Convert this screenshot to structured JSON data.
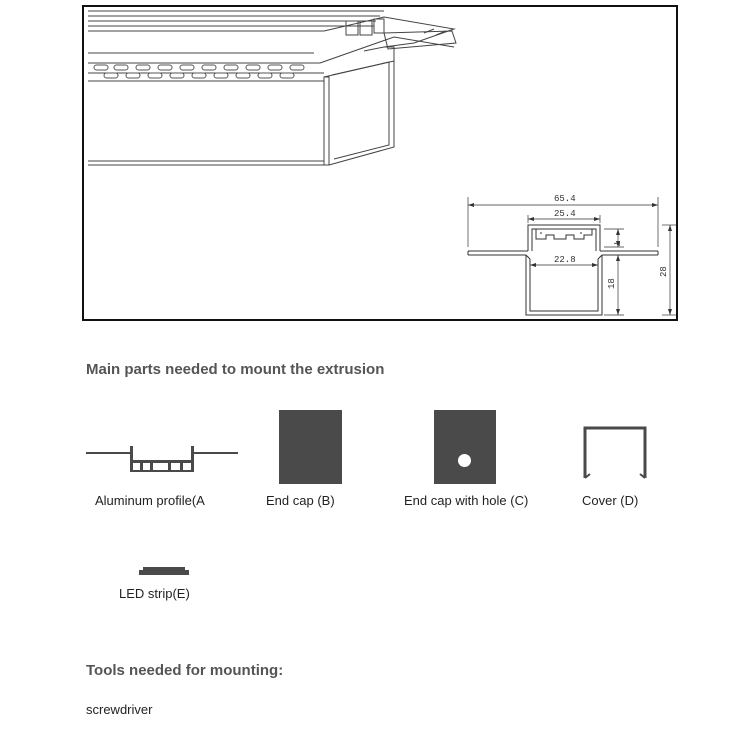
{
  "drawing": {
    "dimensions": {
      "total_width": "65.4",
      "inner_top_width": "25.4",
      "inner_width": "22.8",
      "lip_height": "7",
      "channel_height": "18",
      "total_height": "28"
    }
  },
  "parts_section": {
    "title": "Main parts needed to mount the extrusion",
    "parts": [
      {
        "label": "Aluminum profile(A",
        "icon": "profile-icon"
      },
      {
        "label": "End cap (B)",
        "icon": "end-cap-icon"
      },
      {
        "label": "End cap with hole (C)",
        "icon": "end-cap-hole-icon"
      },
      {
        "label": "Cover (D)",
        "icon": "cover-icon"
      },
      {
        "label": "LED  strip(E)",
        "icon": "led-strip-icon"
      }
    ]
  },
  "tools_section": {
    "title": "Tools needed for mounting:",
    "tools": [
      "screwdriver"
    ]
  },
  "colors": {
    "part_fill": "#4a4a4a",
    "frame": "#111111",
    "title": "#555555"
  }
}
